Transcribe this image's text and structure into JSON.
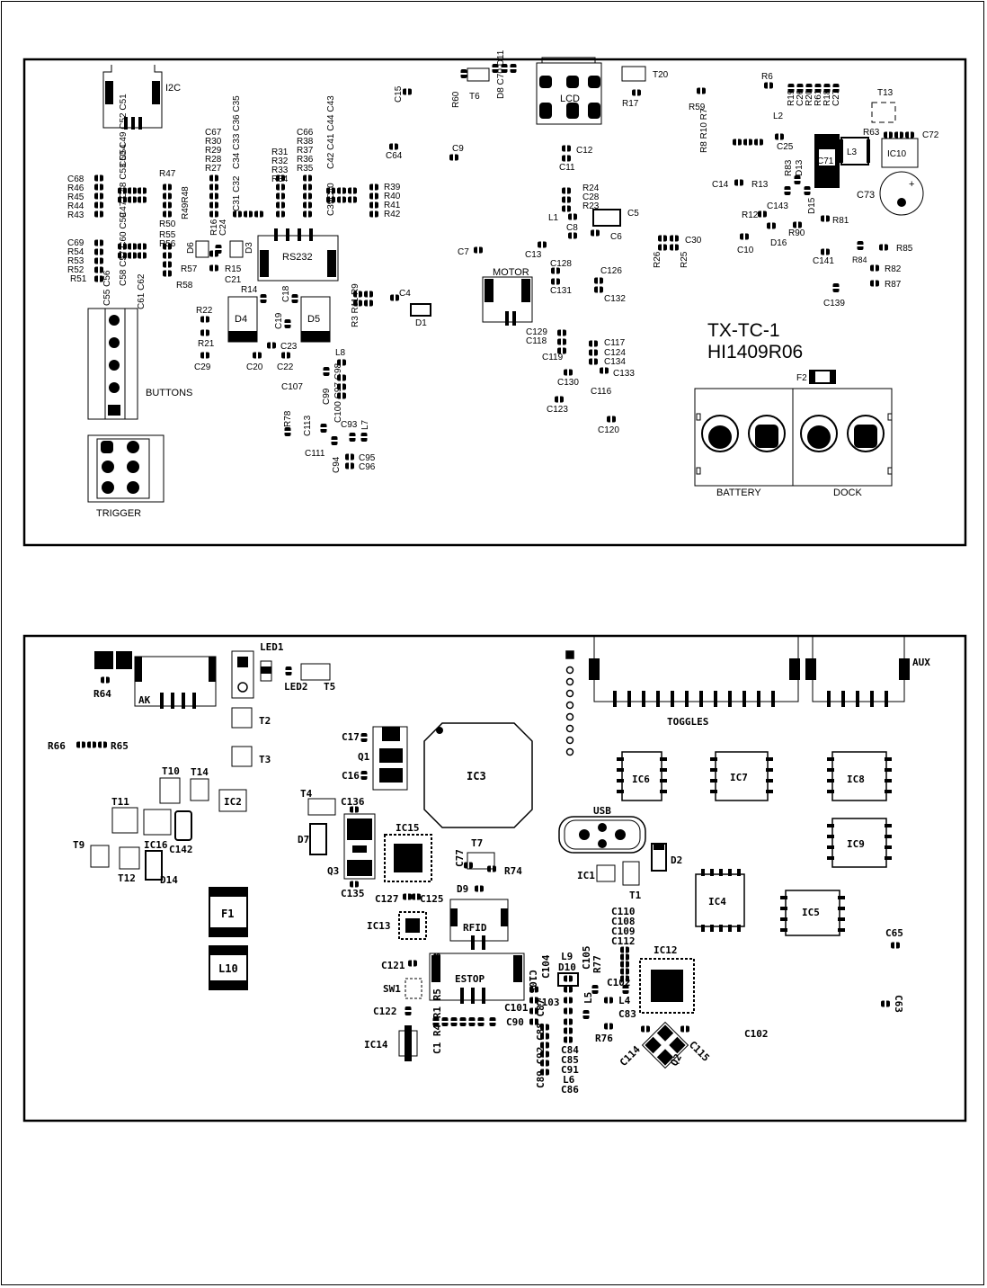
{
  "top_board": {
    "title": "TX-TC-1",
    "revision": "HI1409R06",
    "connectors": {
      "i2c": "I2C",
      "lcd": "LCD",
      "rs232": "RS232",
      "motor": "MOTOR",
      "buttons": "BUTTONS",
      "trigger": "TRIGGER",
      "battery": "BATTERY",
      "dock": "DOCK"
    },
    "parts": {
      "t6": "T6",
      "t20": "T20",
      "t13": "T13",
      "r17": "R17",
      "r59": "R59",
      "r6": "R6",
      "r60": "R60",
      "d8c70d11": "D8 C70 D11",
      "r19": "R19",
      "c26": "C26",
      "r20": "R20",
      "r61": "R61",
      "r18": "R18",
      "c27": "C27",
      "c15": "C15",
      "l2": "L2",
      "c25": "C25",
      "r63": "R63",
      "c72": "C72",
      "r7r8r10": "R8 R10 R7",
      "c71": "C71",
      "l3": "L3",
      "ic10": "IC10",
      "c14": "C14",
      "r13": "R13",
      "r83": "R83",
      "d13": "D13",
      "c143": "C143",
      "r12": "R12",
      "d15": "D15",
      "r81": "R81",
      "c73": "C73",
      "r90": "R90",
      "d16": "D16",
      "c10": "C10",
      "c141": "C141",
      "r84": "R84",
      "r85": "R85",
      "r82": "R82",
      "r87": "R87",
      "c139": "C139",
      "c30": "C30",
      "r26": "R26",
      "r25": "R25",
      "c12": "C12",
      "c11": "C11",
      "c9": "C9",
      "c64": "C64",
      "r24": "R24",
      "c28": "C28",
      "r23": "R23",
      "l1": "L1",
      "c5": "C5",
      "c8": "C8",
      "c6": "C6",
      "c7": "C7",
      "c13": "C13",
      "c128": "C128",
      "c131": "C131",
      "c126": "C126",
      "c132": "C132",
      "c129": "C129",
      "c118": "C118",
      "c119": "C119",
      "c117": "C117",
      "c124": "C124",
      "c134": "C134",
      "c133": "C133",
      "c130": "C130",
      "c116": "C116",
      "c123": "C123",
      "c120": "C120",
      "f2": "F2",
      "c68": "C68",
      "r46": "R46",
      "r45": "R45",
      "r44": "R44",
      "r43": "R43",
      "c50c49c52c51": "C50 C49 C52 C51",
      "c47c48c53c54": "C47 C48 C53 C54",
      "r47": "R47",
      "r49r48": "R49R48",
      "r50": "R50",
      "c67": "C67",
      "r30": "R30",
      "r29": "R29",
      "r28": "R28",
      "r27": "R27",
      "c34c33c36c35": "C34 C33 C36 C35",
      "c31c32": "C31 C32",
      "r31": "R31",
      "r32": "R32",
      "r33": "R33",
      "r34": "R34",
      "c66": "C66",
      "r38": "R38",
      "r37": "R37",
      "r36": "R36",
      "r35": "R35",
      "c42c41c44c43": "C42 C41 C44 C43",
      "c39c40": "C39C40",
      "r39": "R39",
      "r40": "R40",
      "r41": "R41",
      "r42": "R42",
      "c69": "C69",
      "r54": "R54",
      "r53": "R53",
      "r52": "R52",
      "r51": "R51",
      "c58c57c60c59": "C58 C57 C60 C59",
      "c55c56": "C55 C56",
      "c61c62": "C61 C62",
      "r55": "R55",
      "r56": "R56",
      "r57": "R57",
      "r58": "R58",
      "d6": "D6",
      "r16": "R16",
      "c24": "C24",
      "d3": "D3",
      "r15": "R15",
      "c21": "C21",
      "r14": "R14",
      "c18": "C18",
      "c4": "C4",
      "r3r11r9": "R3 R11 R9",
      "d1": "D1",
      "r22": "R22",
      "d4": "D4",
      "d5": "D5",
      "c19": "C19",
      "r21": "R21",
      "c23": "C23",
      "c29": "C29",
      "c20": "C20",
      "c22": "C22",
      "l8": "L8",
      "c107": "C107",
      "c99": "C99",
      "c100c97c98": "C100 C97 C98",
      "r78": "R78",
      "c113": "C113",
      "c93": "C93",
      "l7": "L7",
      "c111": "C111",
      "c94": "C94",
      "c95": "C95",
      "c96": "C96"
    }
  },
  "bottom_board": {
    "connectors": {
      "ak": "AK",
      "toggles": "TOGGLES",
      "aux": "AUX",
      "usb": "USB",
      "rfid": "RFID",
      "estop": "ESTOP"
    },
    "parts": {
      "r64": "R64",
      "led1": "LED1",
      "led2": "LED2",
      "t5": "T5",
      "t2": "T2",
      "t3": "T3",
      "r66": "R66",
      "r65": "R65",
      "t10": "T10",
      "t14": "T14",
      "ic2": "IC2",
      "t11": "T11",
      "ic16": "IC16",
      "c142": "C142",
      "t9": "T9",
      "t12": "T12",
      "d14": "D14",
      "f1": "F1",
      "l10": "L10",
      "c17": "C17",
      "q1": "Q1",
      "c16": "C16",
      "ic3": "IC3",
      "t4": "T4",
      "c136": "C136",
      "d7": "D7",
      "q3": "Q3",
      "c135": "C135",
      "ic15": "IC15",
      "c77": "C77",
      "t7": "T7",
      "r74": "R74",
      "d9": "D9",
      "c127": "C127",
      "c125": "C125",
      "ic13": "IC13",
      "c121": "C121",
      "sw1": "SW1",
      "c122": "C122",
      "ic14": "IC14",
      "c1r4r1r5c2c3": "C1 R4 R1 R5 C2 C3",
      "c106": "C106",
      "c104": "C104",
      "l9": "L9",
      "d10": "D10",
      "c105": "C105",
      "r77": "R77",
      "c101": "C101",
      "c103": "C103",
      "c102a": "C102",
      "l5": "L5",
      "l4": "L4",
      "c83": "C83",
      "c90": "C90",
      "r76": "R76",
      "c89c92c88c87": "C89 C92 C88 C87",
      "c84": "C84",
      "c85": "C85",
      "c91": "C91",
      "l6": "L6",
      "c86": "C86",
      "ic12": "IC12",
      "c110": "C110",
      "c108": "C108",
      "c109": "C109",
      "c112": "C112",
      "c114": "C114",
      "q2": "Q2",
      "c115": "C115",
      "c102b": "C102",
      "ic6": "IC6",
      "ic7": "IC7",
      "ic8": "IC8",
      "ic9": "IC9",
      "ic1": "IC1",
      "t1": "T1",
      "d2": "D2",
      "ic4": "IC4",
      "ic5": "IC5",
      "c65": "C65",
      "c63": "C63"
    }
  }
}
